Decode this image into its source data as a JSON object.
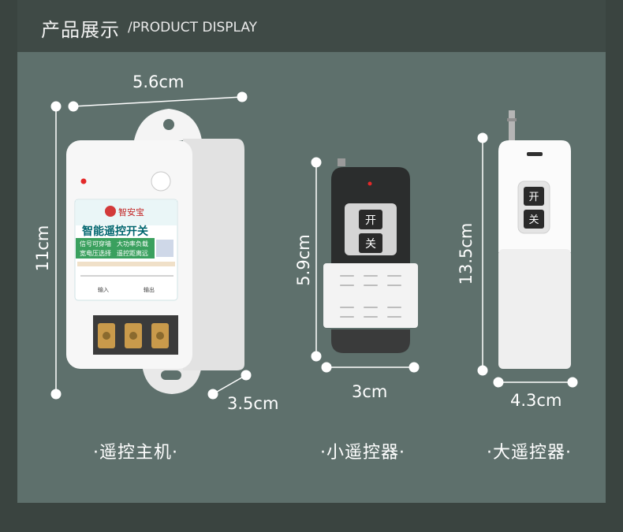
{
  "header": {
    "title_cn": "产品展示",
    "title_en": "/PRODUCT DISPLAY"
  },
  "receiver": {
    "width_label": "5.6cm",
    "height_label": "11cm",
    "depth_label": "3.5cm",
    "caption": "·遥控主机·",
    "brand": "智安宝",
    "product_name": "智能遥控开关",
    "features": [
      "信号可穿墙",
      "大功率负载",
      "宽电压选择",
      "遥控距离远"
    ],
    "terminal_in": "输入",
    "terminal_out": "输出"
  },
  "small_remote": {
    "height_label": "5.9cm",
    "width_label": "3cm",
    "caption": "·小遥控器·",
    "btn_on": "开",
    "btn_off": "关"
  },
  "large_remote": {
    "height_label": "13.5cm",
    "width_label": "4.3cm",
    "caption": "·大遥控器·",
    "btn_on": "开",
    "btn_off": "关"
  }
}
